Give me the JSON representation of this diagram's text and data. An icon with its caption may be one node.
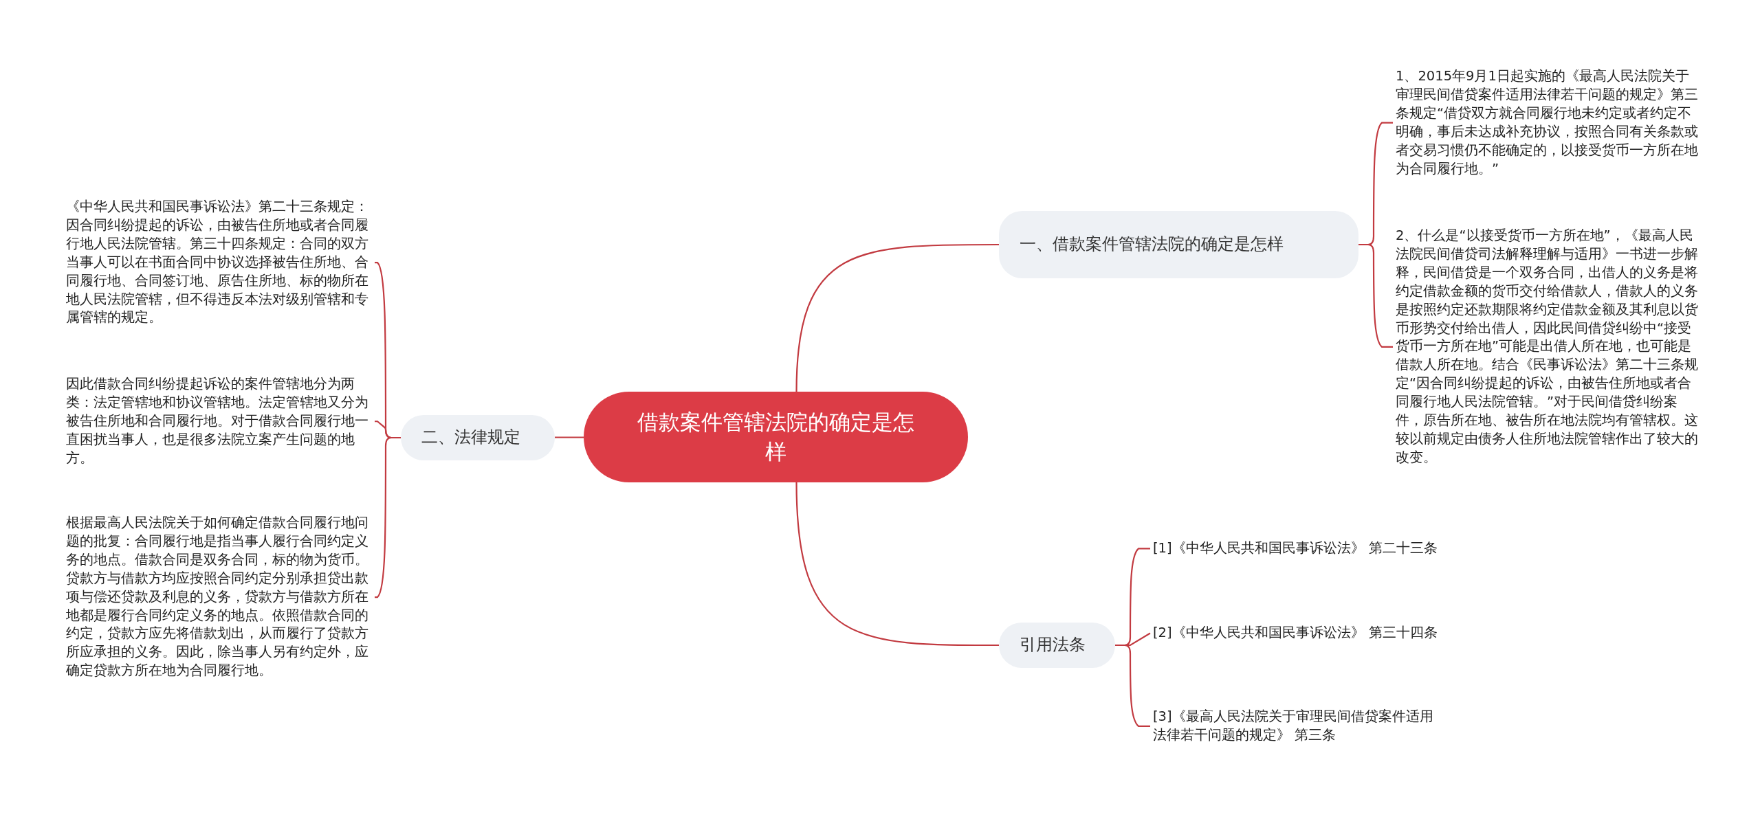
{
  "diagram": {
    "nodes": [
      {
        "text": [
          "借款案件管辖法院的确定是怎样"
        ]
      },
      {
        "text": [
          "一、借款案件管辖法院的确定是怎样"
        ]
      },
      {
        "text": [
          "1、2015年9月1日起实施的《最高人民法院关于审理民间借贷案件适用法律若干问题的规定》第三条规定“借贷双方就合同履行地未约定或者约定不明确，事后未达成补充协议，按照合同有关条款或者交易习惯仍不能确定的，以接受货币一方所在地为合同履行地。”"
        ]
      },
      {
        "text": [
          "2、什么是“以接受货币一方所在地”，《最高人民法院民间借贷司法解释理解与适用》一书进一步解释，民间借贷是一个双务合同，出借人的义务是将约定借款金额的货币交付给借款人，借款人的义务是按照约定还款期限将约定借款金额及其利息以货币形势交付给出借人，因此民间借贷纠纷中“接受货币一方所在地”可能是出借人所在地，也可能是借款人所在地。结合《民事诉讼法》第二十三条规定“因合同纠纷提起的诉讼，由被告住所地或者合同履行地人民法院管辖。”对于民间借贷纠纷案件，原告所在地、被告所在地法院均有管辖权。这较以前规定由债务人住所地法院管辖作出了较大的改变。"
        ]
      },
      {
        "text": [
          "二、法律规定"
        ]
      },
      {
        "text": [
          "《中华人民共和国民事诉讼法》第二十三条规定：因合同纠纷提起的诉讼，由被告住所地或者合同履行地人民法院管辖。第三十四条规定：合同的双方当事人可以在书面合同中协议选择被告住所地、合同履行地、合同签订地、原告住所地、标的物所在地人民法院管辖，但不得违反本法对级别管辖和专属管辖的规定。"
        ]
      },
      {
        "text": [
          "因此借款合同纠纷提起诉讼的案件管辖地分为两类：法定管辖地和协议管辖地。法定管辖地又分为被告住所地和合同履行地。对于借款合同履行地一直困扰当事人，也是很多法院立案产生问题的地方。"
        ]
      },
      {
        "text": [
          "根据最高人民法院关于如何确定借款合同履行地问题的批复：合同履行地是指当事人履行合同约定义务的地点。借款合同是双务合同，标的物为货币。贷款方与借款方均应按照合同约定分别承担贷出款项与偿还贷款及利息的义务，贷款方与借款方所在地都是履行合同约定义务的地点。依照借款合同的约定，贷款方应先将借款划出，从而履行了贷款方所应承担的义务。因此，除当事人另有约定外，应确定贷款方所在地为合同履行地。"
        ]
      },
      {
        "text": [
          "引用法条"
        ]
      },
      {
        "text": [
          "[1]《中华人民共和国民事诉讼法》 第二十三条"
        ]
      },
      {
        "text": [
          "[2]《中华人民共和国民事诉讼法》 第三十四条"
        ]
      },
      {
        "text": [
          "[3]《最高人民法院关于审理民间借贷案件适用法律若干问题的规定》 第三条"
        ]
      }
    ],
    "edges": [
      {
        "from": 0,
        "to": 1,
        "arrow": "none"
      },
      {
        "from": 1,
        "to": 2,
        "arrow": "none"
      },
      {
        "from": 1,
        "to": 3,
        "arrow": "none"
      },
      {
        "from": 0,
        "to": 4,
        "arrow": "none"
      },
      {
        "from": 4,
        "to": 5,
        "arrow": "none"
      },
      {
        "from": 4,
        "to": 6,
        "arrow": "none"
      },
      {
        "from": 4,
        "to": 7,
        "arrow": "none"
      },
      {
        "from": 0,
        "to": 8,
        "arrow": "none"
      },
      {
        "from": 8,
        "to": 9,
        "arrow": "none"
      },
      {
        "from": 8,
        "to": 10,
        "arrow": "none"
      },
      {
        "from": 8,
        "to": 11,
        "arrow": "none"
      }
    ]
  }
}
